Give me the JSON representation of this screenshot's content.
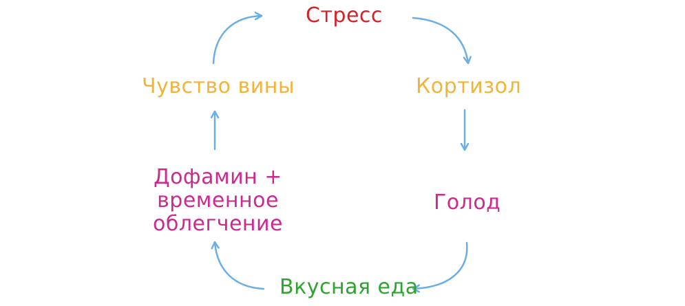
{
  "nodes": {
    "stress": "Стресс",
    "cortisol": "Кортизол",
    "hunger": "Голод",
    "tasty_food": "Вкусная еда",
    "dopamine_lines": [
      "Дофамин +",
      "временное",
      "облегчение"
    ],
    "guilt": "Чувство вины"
  },
  "colors": {
    "stress": "#d0232a",
    "cortisol": "#f0b43a",
    "hunger": "#cc2a8e",
    "tasty_food": "#2fa32f",
    "dopamine": "#cc2a8e",
    "guilt": "#f0b43a",
    "arrow": "#6aaee6"
  }
}
